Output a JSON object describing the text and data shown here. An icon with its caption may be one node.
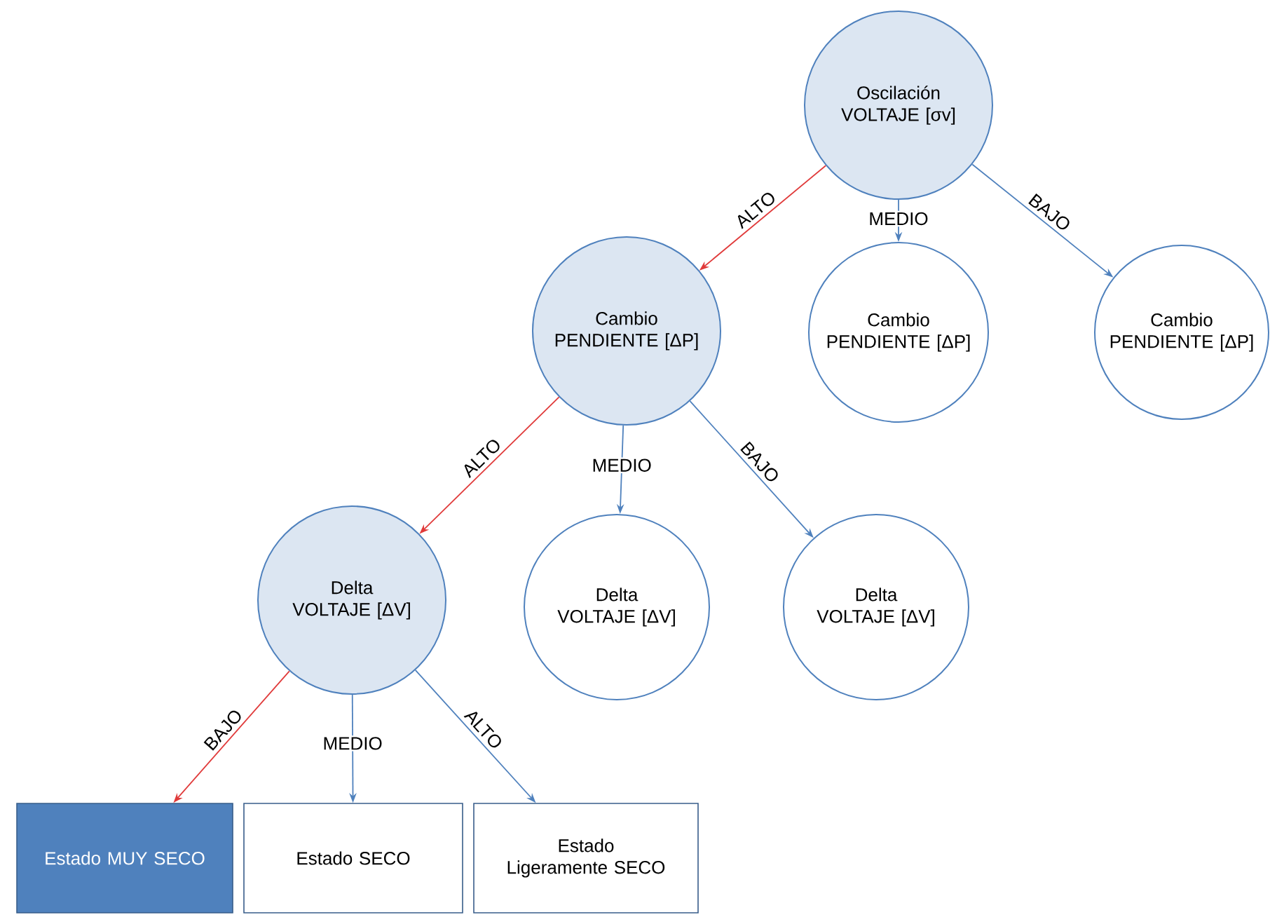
{
  "diagram": {
    "nodes": [
      {
        "text": [
          "Oscilación VOLTAJE [σv]"
        ]
      },
      {
        "text": [
          "Cambio PENDIENTE [ΔP]"
        ]
      },
      {
        "text": [
          "Cambio PENDIENTE [ΔP]"
        ]
      },
      {
        "text": [
          "Cambio PENDIENTE [ΔP]"
        ]
      },
      {
        "text": [
          "Delta VOLTAJE [ΔV]"
        ]
      },
      {
        "text": [
          "Delta VOLTAJE [ΔV]"
        ]
      },
      {
        "text": [
          "Delta VOLTAJE [ΔV]"
        ]
      },
      {
        "text": [
          "Estado MUY SECO"
        ]
      },
      {
        "text": [
          "Estado SECO"
        ]
      },
      {
        "text": [
          "Estado Ligeramente SECO"
        ]
      }
    ],
    "edges": [
      {
        "from": 0,
        "to": 1,
        "arrow": "to",
        "label": "ALTO",
        "color": "#e03a3a"
      },
      {
        "from": 0,
        "to": 2,
        "arrow": "to",
        "label": "MEDIO"
      },
      {
        "from": 0,
        "to": 3,
        "arrow": "to",
        "label": "BAJO"
      },
      {
        "from": 1,
        "to": 4,
        "arrow": "to",
        "label": "ALTO",
        "color": "#e03a3a"
      },
      {
        "from": 1,
        "to": 5,
        "arrow": "to",
        "label": "MEDIO"
      },
      {
        "from": 1,
        "to": 6,
        "arrow": "to",
        "label": "BAJO"
      },
      {
        "from": 4,
        "to": 7,
        "arrow": "to",
        "label": "BAJO",
        "color": "#e03a3a"
      },
      {
        "from": 4,
        "to": 8,
        "arrow": "to",
        "label": "MEDIO"
      },
      {
        "from": 4,
        "to": 9,
        "arrow": "to",
        "label": "ALTO"
      }
    ]
  }
}
